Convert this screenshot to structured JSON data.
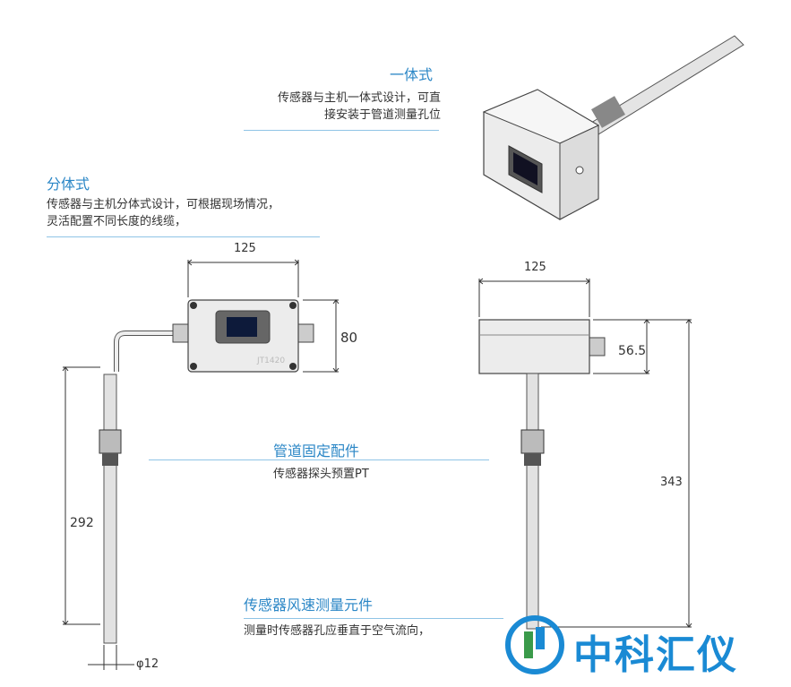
{
  "integrated": {
    "title": "一体式",
    "lines": [
      "传感器与主机一体式设计，可直",
      "接安装于管道测量孔位"
    ]
  },
  "split": {
    "title": "分体式",
    "lines": [
      "传感器与主机分体式设计，可根据现场情况，",
      "灵活配置不同长度的线缆，"
    ]
  },
  "fitting": {
    "title": "管道固定配件",
    "desc": "传感器探头预置PT"
  },
  "element": {
    "title": "传感器风速测量元件",
    "desc": "测量时传感器孔应垂直于空气流向，"
  },
  "dimensions": {
    "left_width": "125",
    "left_height": "80",
    "left_probe": "292",
    "diameter": "φ12",
    "right_width": "125",
    "right_height": "56.5",
    "right_total": "343"
  },
  "device_label": "JT1420",
  "watermark": "中科汇仪",
  "colors": {
    "accent": "#2a86c6",
    "logo_blue": "#1a8ad4",
    "logo_green": "#3a9a4a"
  }
}
